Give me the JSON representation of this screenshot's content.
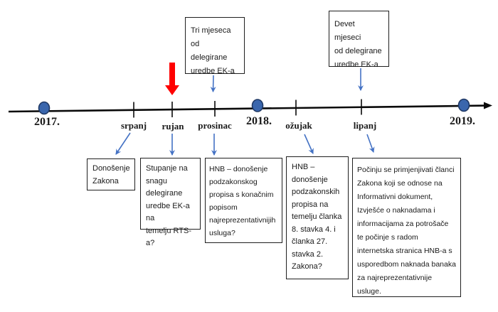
{
  "diagram": {
    "years": [
      {
        "label": "2017."
      },
      {
        "label": "2018."
      },
      {
        "label": "2019."
      }
    ],
    "months": [
      {
        "label": "srpanj"
      },
      {
        "label": "rujan"
      },
      {
        "label": "prosinac"
      },
      {
        "label": "ožujak"
      },
      {
        "label": "lipanj"
      }
    ],
    "top_boxes": [
      {
        "text": "Tri mjeseca od\ndelegirane\nuredbe EK-a"
      },
      {
        "text": "Devet mjeseci\nod delegirane\nuredbe EK-a"
      }
    ],
    "bottom_boxes": [
      {
        "text": "Donošenje\nZakona"
      },
      {
        "text": "Stupanje na\nsnagu\ndelegirane\nuredbe EK-a na\ntemelju RTS-a?"
      },
      {
        "text": "HNB – donošenje podzakonskog propisa s konačnim popisom najreprezentativnijih usluga?"
      },
      {
        "text": "HNB –\ndonošenje\npodzakonskih\npropisa na\ntemelju članka\n8. stavka 4. i\nčlanka 27.\nstavka 2.\nZakona?"
      },
      {
        "text": "Počinju se primjenjivati članci Zakona koji se odnose na Informativni dokument, Izvješće o naknadama i informacijama za potrošače te počinje s radom internetska stranica HNB-a s usporedbom naknada banaka za najreprezentativnije usluge."
      }
    ],
    "colors": {
      "arrow_blue": "#4472C4",
      "dot_fill": "#3A66AD",
      "dot_stroke": "#1F3864",
      "highlight_red": "#FF0000",
      "line_black": "#0a0a0a"
    }
  }
}
